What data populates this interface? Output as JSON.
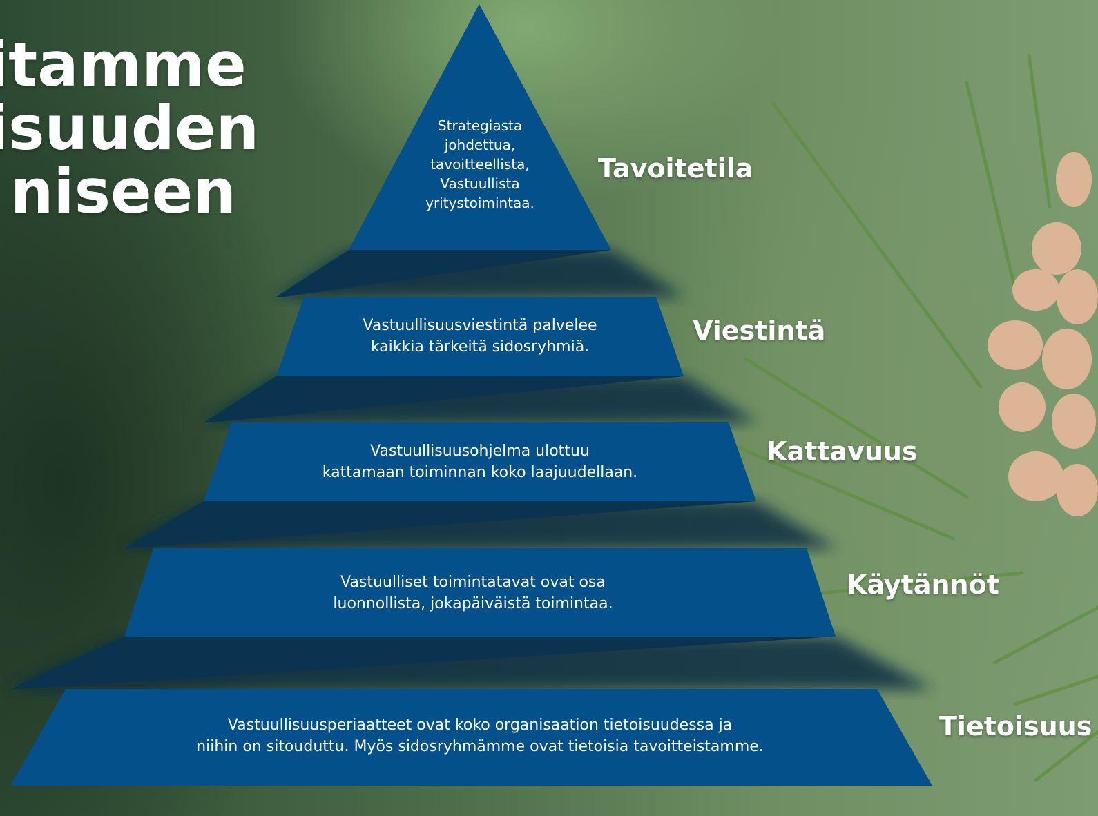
{
  "title_lines": [
    "itamme",
    "isuuden",
    "niseen"
  ],
  "colors": {
    "tier_fill": "#03508a",
    "tier_shadow": "#0a2a40",
    "label_text": "#ffffff"
  },
  "tiers": [
    {
      "text_lines": [
        "Strategiasta",
        "johdettua,",
        "tavoitteellista,",
        "Vastuullista",
        "yritystoimintaa."
      ],
      "label": "Tavoitetila"
    },
    {
      "text_lines": [
        "Vastuullisuusviestintä palvelee",
        "kaikkia tärkeitä sidosryhmiä."
      ],
      "label": "Viestintä"
    },
    {
      "text_lines": [
        "Vastuullisuusohjelma ulottuu",
        "kattamaan toiminnan koko laajuudellaan."
      ],
      "label": "Kattavuus"
    },
    {
      "text_lines": [
        "Vastuulliset toimintatavat ovat osa",
        "luonnollista, jokapäiväistä toimintaa."
      ],
      "label": "Käytännöt"
    },
    {
      "text_lines": [
        "Vastuullisuusperiaatteet ovat koko organisaation tietoisuudessa ja",
        "niihin on sitouduttu. Myös sidosryhmämme ovat tietoisia tavoitteistamme."
      ],
      "label": "Tietoisuus"
    }
  ]
}
